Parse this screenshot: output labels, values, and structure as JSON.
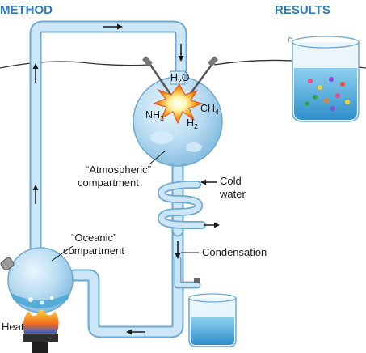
{
  "headers": {
    "method": "METHOD",
    "results": "RESULTS"
  },
  "labels": {
    "atmospheric_line1": "“Atmospheric”",
    "atmospheric_line2": "compartment",
    "oceanic_line1": "“Oceanic”",
    "oceanic_line2": "compartment",
    "cold_line1": "Cold",
    "cold_line2": "water",
    "condensation": "Condensation",
    "heat": "Heat"
  },
  "chemicals": {
    "water_base": "H",
    "water_sub": "2",
    "water_tail": "O",
    "ammonia_base": "NH",
    "ammonia_sub": "3",
    "methane_base": "CH",
    "methane_sub": "4",
    "hydrogen_base": "H",
    "hydrogen_sub": "2"
  },
  "colors": {
    "header": "#2b7bbf",
    "glass": "#bfe0f3",
    "glass_edge": "#6fa9cf",
    "liquid": "#4aa7d6",
    "spark": "#f7a21b",
    "flame": "#f26b1d"
  }
}
